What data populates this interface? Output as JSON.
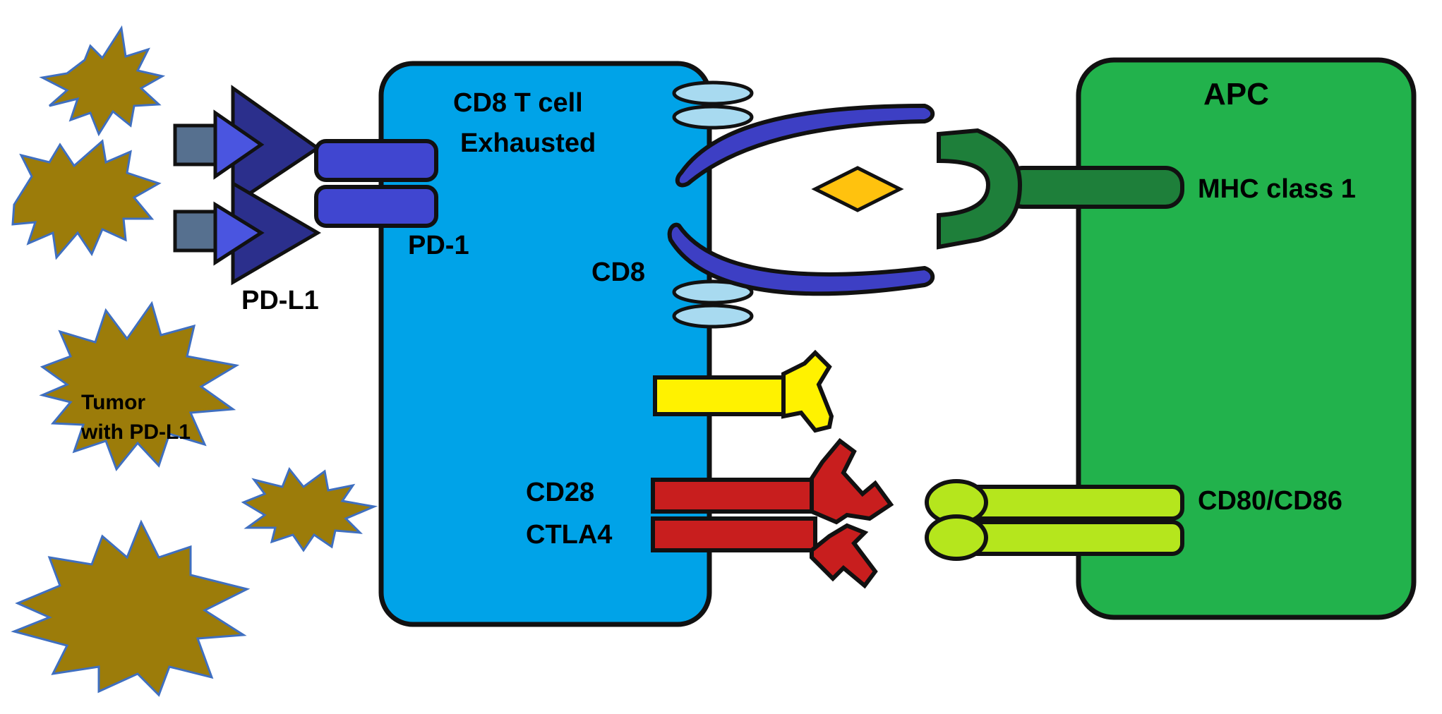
{
  "labels": {
    "t_cell_line1": "CD8 T cell",
    "t_cell_line2": "Exhausted",
    "apc": "APC",
    "mhc": "MHC class 1",
    "pd1": "PD-1",
    "pdl1": "PD-L1",
    "cd8": "CD8",
    "tumor_line1": "Tumor",
    "tumor_line2": "with PD-L1",
    "cd28": "CD28",
    "ctla4": "CTLA4",
    "cd80_86": "CD80/CD86"
  },
  "colors": {
    "t_cell": "#00A3E8",
    "apc": "#22B24C",
    "tumor": "#9C7C0A",
    "tumor_outline": "#3F6FC0",
    "pd1": "#4046D0",
    "pdl1_dark": "#2B2F8C",
    "pdl1_light": "#4A55E0",
    "pdl1_stem": "#56708F",
    "cd8_arm": "#3D3FC4",
    "cd3_ring": "#A8DAF0",
    "mhc": "#1E7F3A",
    "peptide": "#FFC20E",
    "yellow_receptor": "#FFF200",
    "cd28_ctla4": "#C81E1E",
    "cd80_86": "#B5E61D"
  }
}
